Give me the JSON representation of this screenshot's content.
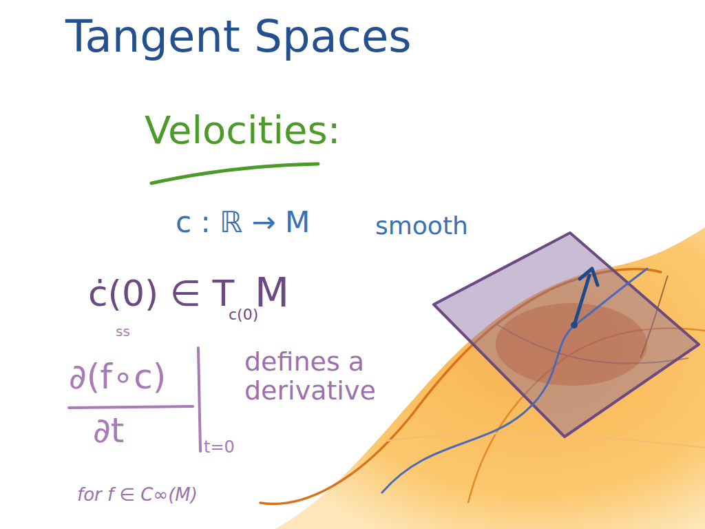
{
  "diagram": {
    "title": "Tangent Spaces",
    "labels": [
      "Velocities:",
      "c : ℝ → M",
      "smooth",
      "ċ(0) ∈ T",
      "c(0)",
      "M",
      "ss",
      "∂(f∘c)",
      "∂t",
      "t=0",
      "defines a derivative",
      "for f ∈ C∞(M)"
    ]
  }
}
